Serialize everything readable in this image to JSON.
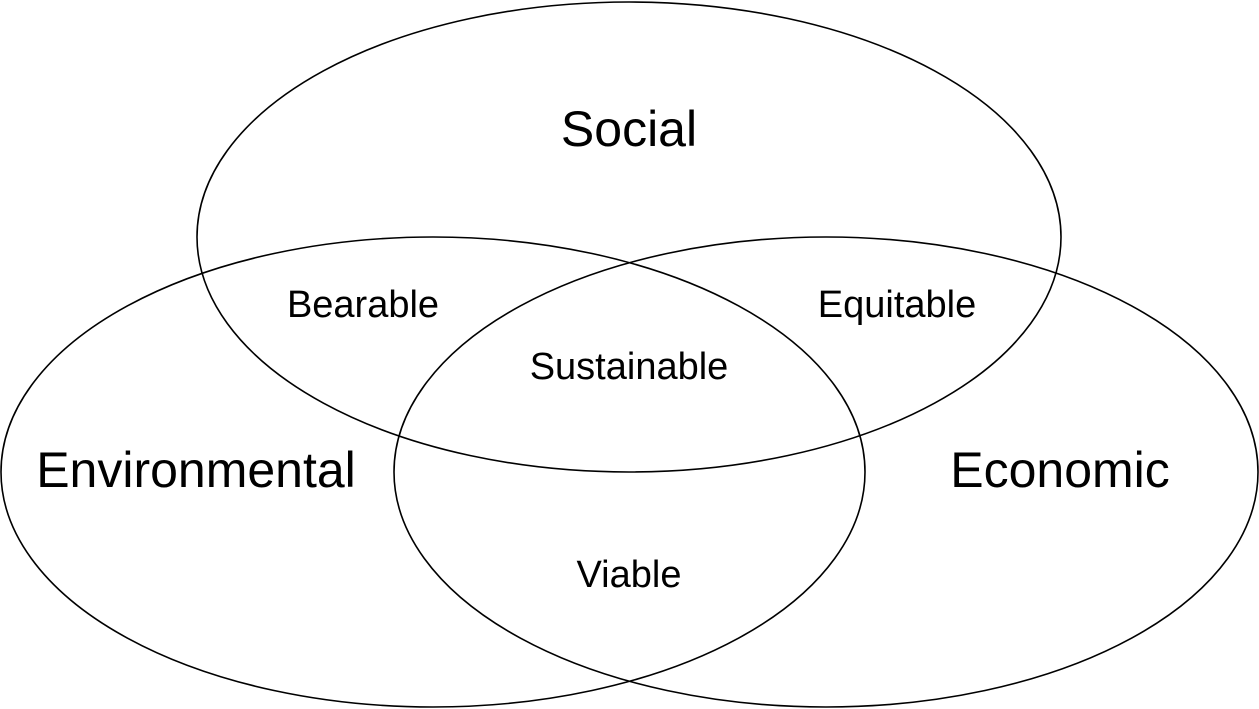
{
  "sets": {
    "social": "Social",
    "environmental": "Environmental",
    "economic": "Economic"
  },
  "intersections": {
    "bearable": "Bearable",
    "equitable": "Equitable",
    "viable": "Viable",
    "sustainable": "Sustainable"
  },
  "colors": {
    "stroke": "#000000",
    "background": "#ffffff",
    "text": "#000000"
  }
}
